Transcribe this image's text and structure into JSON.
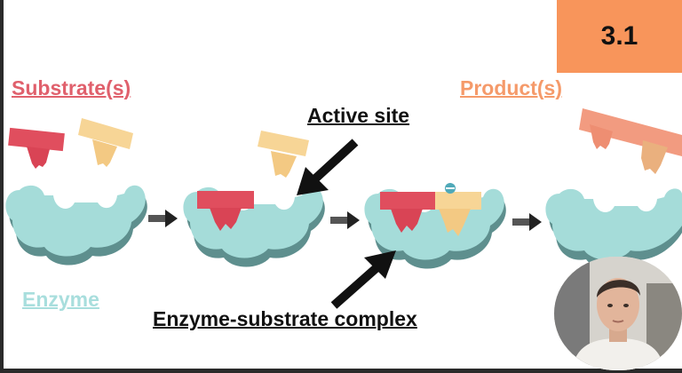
{
  "badge": {
    "text": "3.1",
    "color": "#f8955b"
  },
  "labels": {
    "substrates": "Substrate(s)",
    "products": "Product(s)",
    "enzyme": "Enzyme",
    "active_site": "Active site",
    "complex": "Enzyme-substrate complex"
  },
  "colors": {
    "enzyme": "#a5dcd9",
    "enzyme_shadow": "#5e8f8e",
    "substrate_red": "#e04e5e",
    "substrate_yellow": "#f7d596",
    "product": "#f29b80",
    "arrow": "#111111"
  },
  "icons": [
    "step-arrow-icon",
    "pointer-arrow-icon",
    "cursor-icon"
  ],
  "presenter": {
    "description_icon": "presenter-webcam"
  }
}
